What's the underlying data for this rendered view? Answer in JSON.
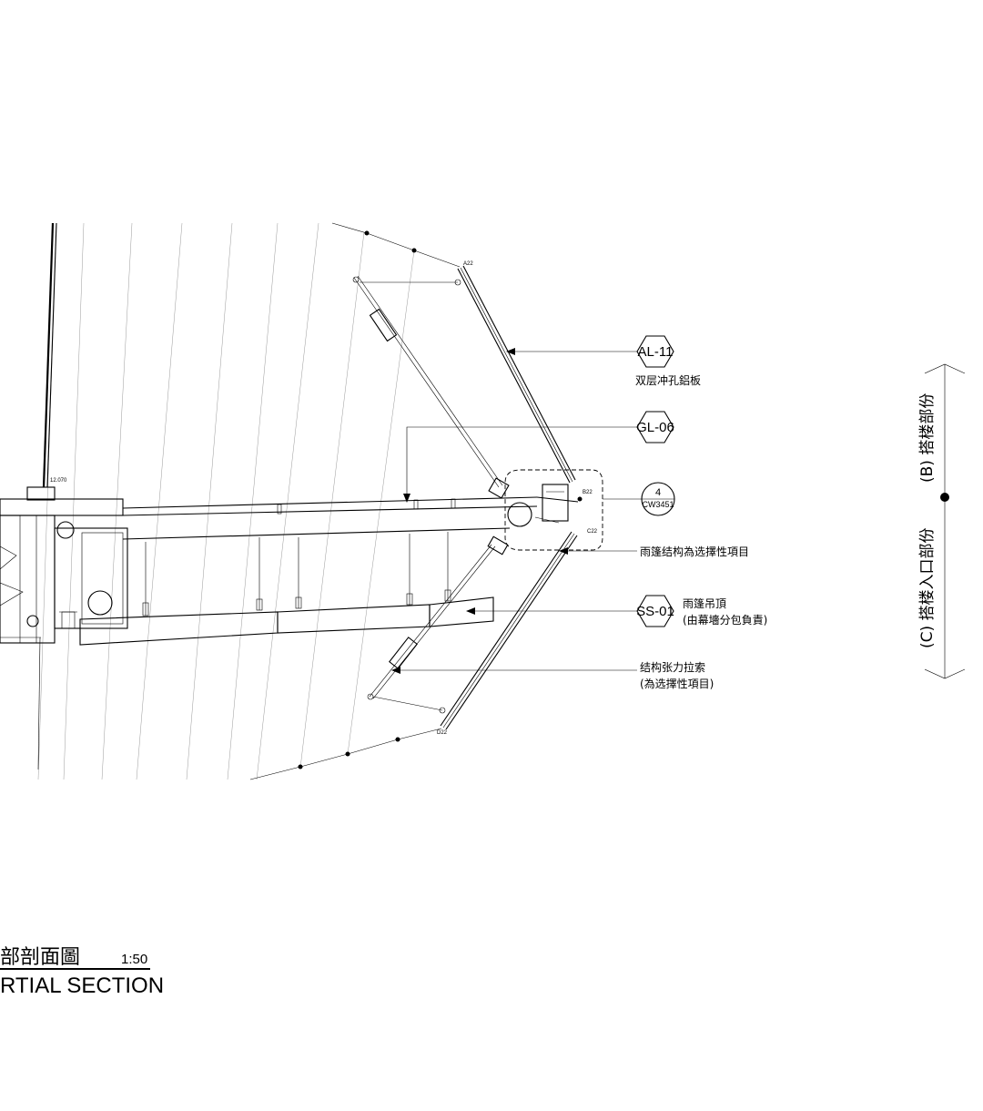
{
  "tags": {
    "al": "AL-11",
    "gl": "GL-06",
    "ss": "SS-01"
  },
  "detail_ref": {
    "number": "4",
    "sheet": "CW3451"
  },
  "notes": {
    "al_desc": "双层冲孔鋁板",
    "canopy_optional": "雨篷结构為选擇性項目",
    "ss_desc_1": "雨篷吊頂",
    "ss_desc_2": "(由幕墻分包負責)",
    "cable_desc_1": "结构张力拉索",
    "cable_desc_2": "(為选擇性項目)"
  },
  "small_labels": {
    "a22": "A22",
    "b22": "B22",
    "c22": "C22",
    "d22": "D22",
    "level": "12.070"
  },
  "zones": {
    "upper": "(B) 搭楼部份",
    "lower": "(C) 搭楼入口部份"
  },
  "title": {
    "chinese": "部剖面圖",
    "scale": "1:50",
    "english": "RTIAL SECTION"
  }
}
